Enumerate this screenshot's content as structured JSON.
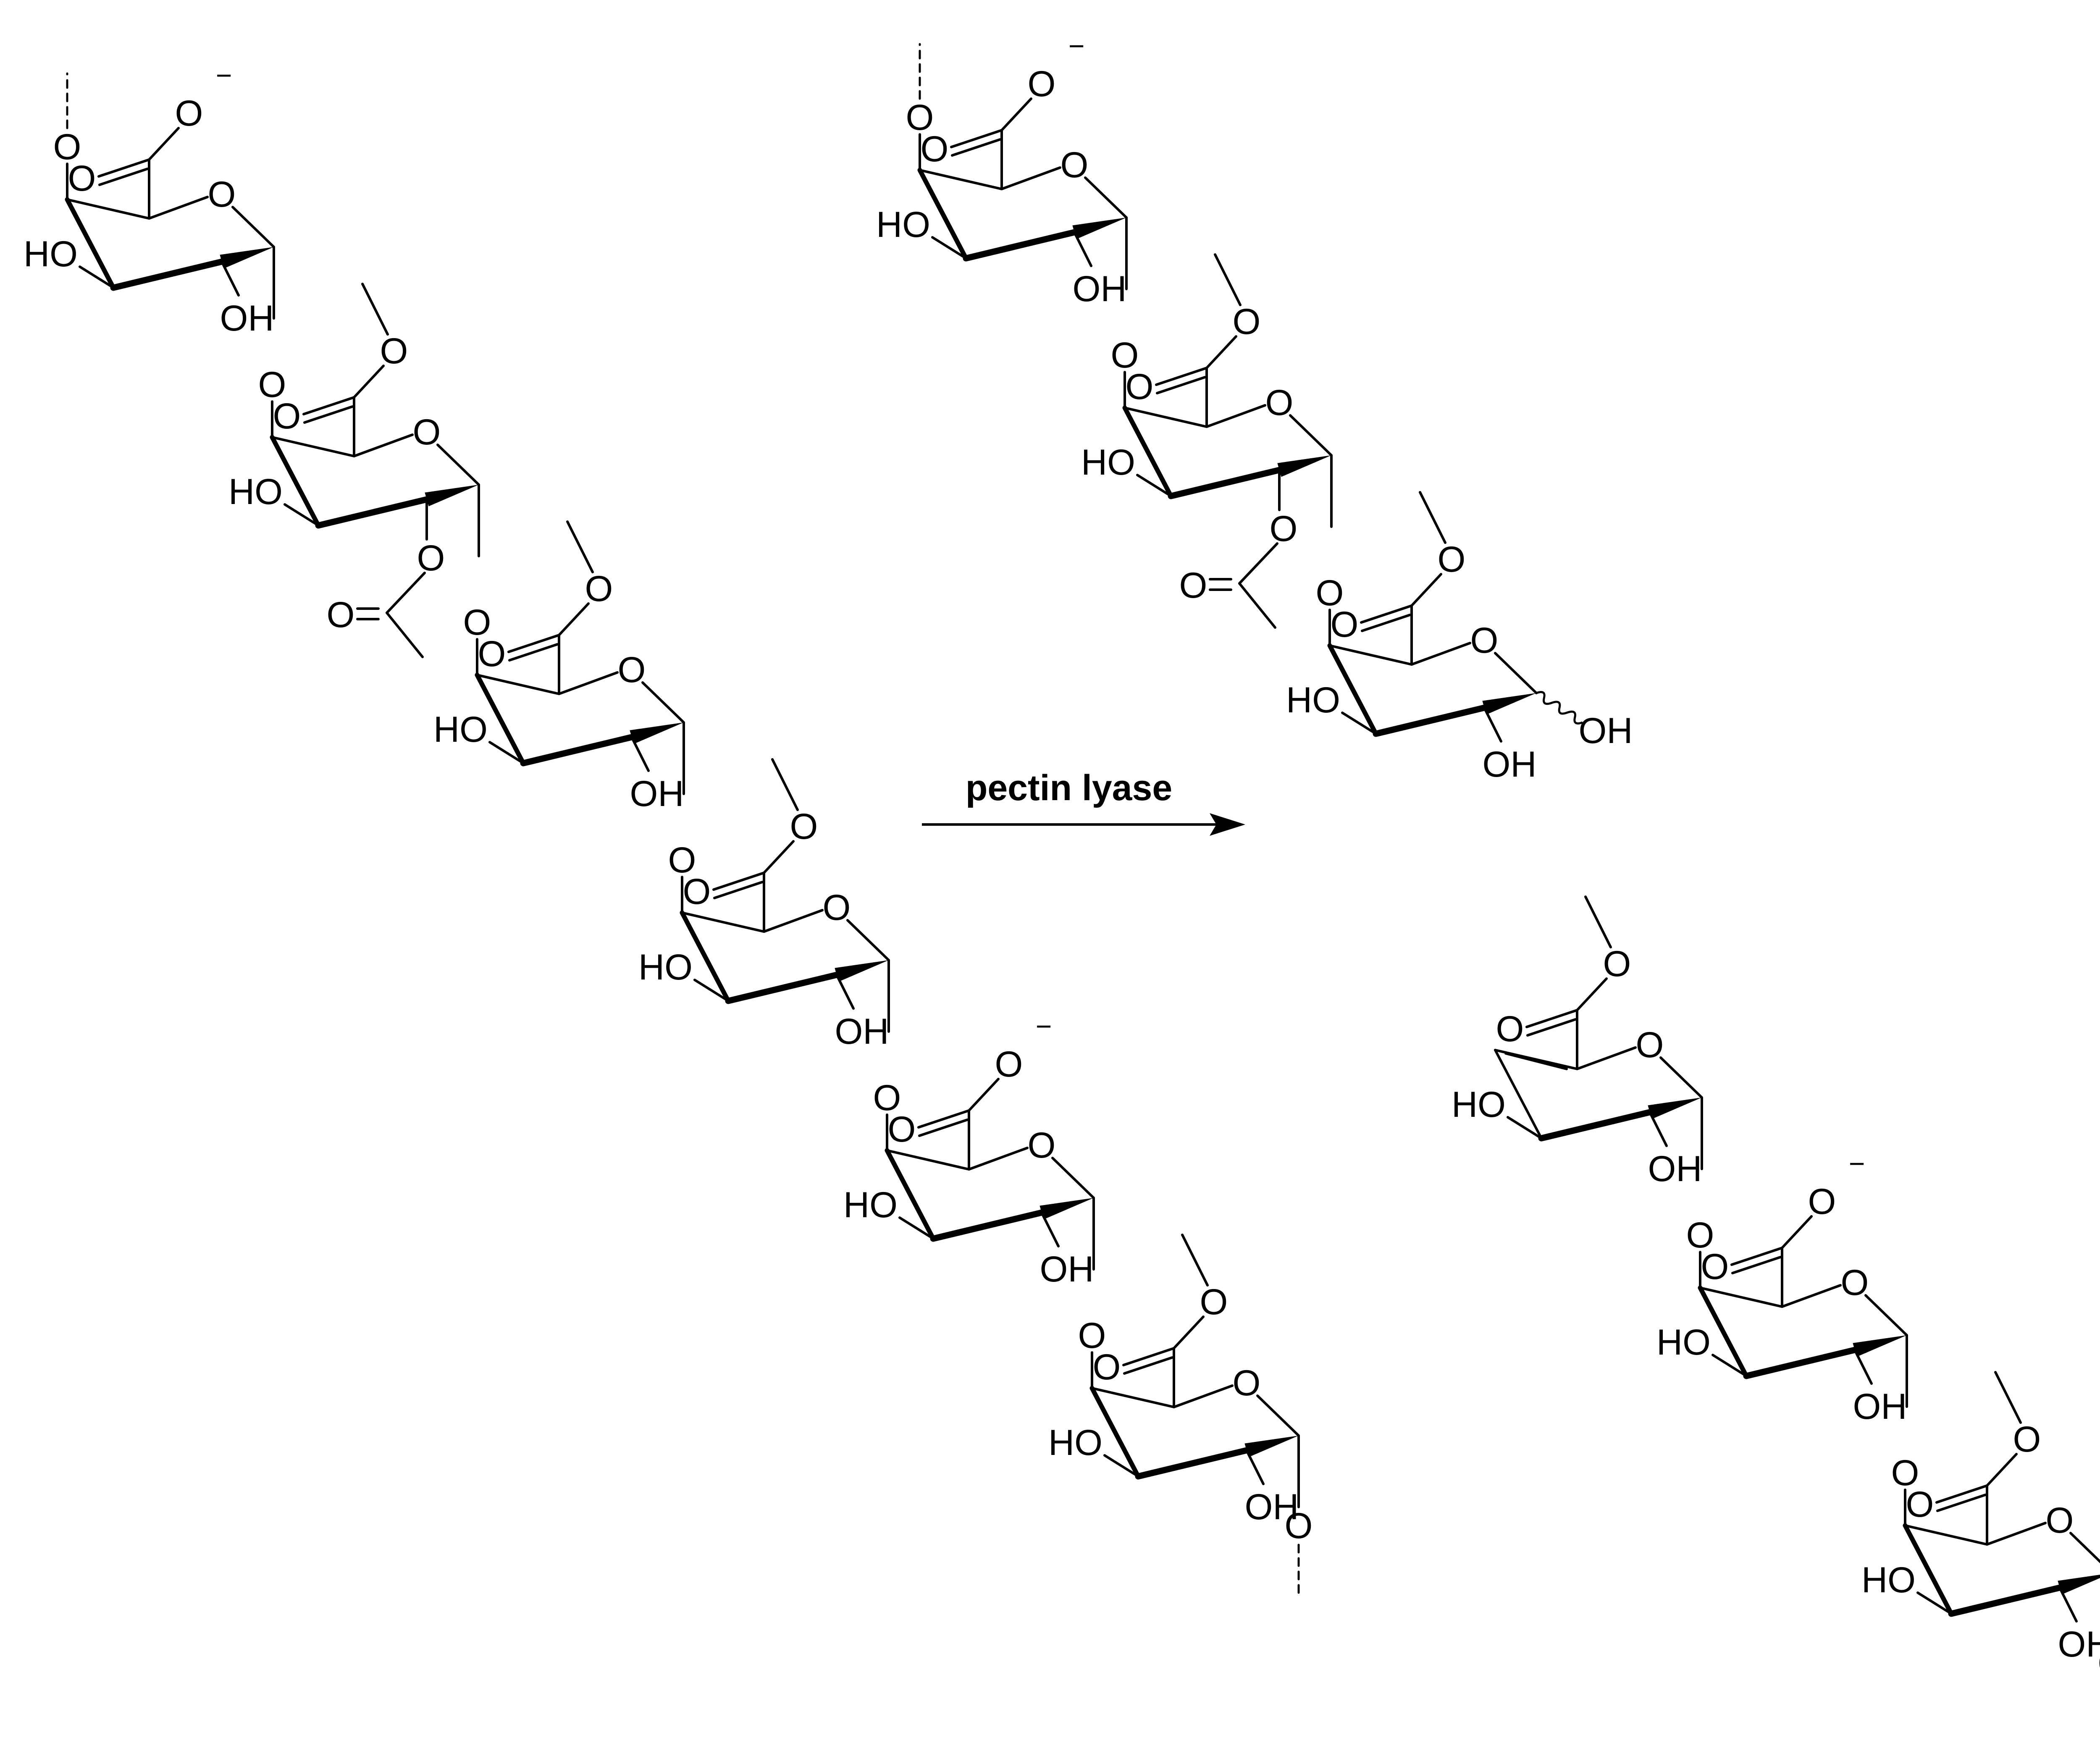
{
  "reaction": {
    "enzyme_label": "pectin lyase",
    "arrow_direction": "right"
  },
  "labels": {
    "oxygen": "O",
    "hydroxyl_right": "OH",
    "hydroxyl_left": "HO",
    "negative_charge": "−"
  },
  "chains": {
    "substrate": {
      "residues": [
        "carboxylate",
        "methyl-ester-2-acetyl",
        "methyl-ester",
        "methyl-ester",
        "carboxylate",
        "methyl-ester"
      ],
      "continues_top": true,
      "continues_bottom": true
    },
    "product_reducing_end": {
      "residues": [
        "carboxylate",
        "methyl-ester-2-acetyl",
        "methyl-ester-reducing"
      ],
      "continues_top": true,
      "continues_bottom": false
    },
    "product_unsaturated": {
      "residues": [
        "unsaturated-methyl-ester",
        "carboxylate",
        "methyl-ester"
      ],
      "continues_top": false,
      "continues_bottom": true
    }
  },
  "colors": {
    "ink": "#000000",
    "background": "#ffffff"
  }
}
